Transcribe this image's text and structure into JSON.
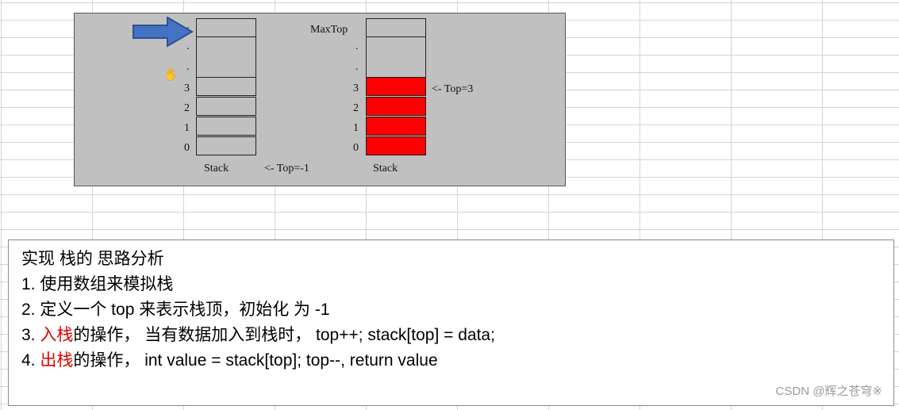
{
  "diagram": {
    "left_stack": {
      "row_labels": [
        "·",
        "·",
        "·",
        "3",
        "2",
        "1",
        "0"
      ],
      "caption": "Stack",
      "pointer_text": "<- Top=-1"
    },
    "right_stack": {
      "top_label": "MaxTop",
      "row_labels": [
        "·",
        "·",
        "3",
        "2",
        "1",
        "0"
      ],
      "caption": "Stack",
      "pointer_text": "<- Top=3",
      "filled_cells": 4,
      "fill_color": "#ff0000"
    },
    "arrow_color": "#4472c4",
    "cursor_icon": "hand-cursor-icon"
  },
  "notes": {
    "title": "实现 栈的 思路分析",
    "line1": "1. 使用数组来模拟栈",
    "line2": "2. 定义一个 top  来表示栈顶，初始化 为  -1",
    "line3_prefix": "3. ",
    "line3_red": "入栈",
    "line3_rest": "的操作， 当有数据加入到栈时， top++;  stack[top] = data;",
    "line4_prefix": "4. ",
    "line4_red": "出栈",
    "line4_rest": "的操作，  int value = stack[top]; top--, return value"
  },
  "watermark": "CSDN @辉之苍穹※"
}
